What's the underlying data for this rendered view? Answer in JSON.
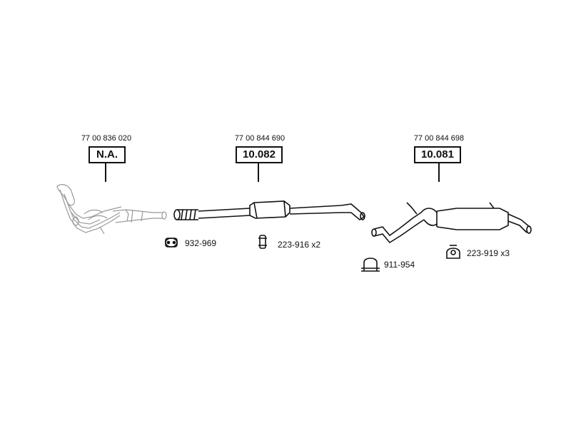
{
  "assemblies": [
    {
      "oem_ref": "77 00 836 020",
      "part_no": "N.A."
    },
    {
      "oem_ref": "77 00 844 690",
      "part_no": "10.082"
    },
    {
      "oem_ref": "77 00 844 698",
      "part_no": "10.081"
    }
  ],
  "accessories": [
    {
      "icon": "pipe-clamp-icon",
      "label": "932-969"
    },
    {
      "icon": "rubber-mount-icon",
      "label": "223-916 x2"
    },
    {
      "icon": "u-bolt-clamp-icon",
      "label": "911-954"
    },
    {
      "icon": "hanger-ring-icon",
      "label": "223-919 x3"
    }
  ],
  "colors": {
    "line": "#111111",
    "ghost": "#9a9a9a",
    "background": "#ffffff"
  }
}
